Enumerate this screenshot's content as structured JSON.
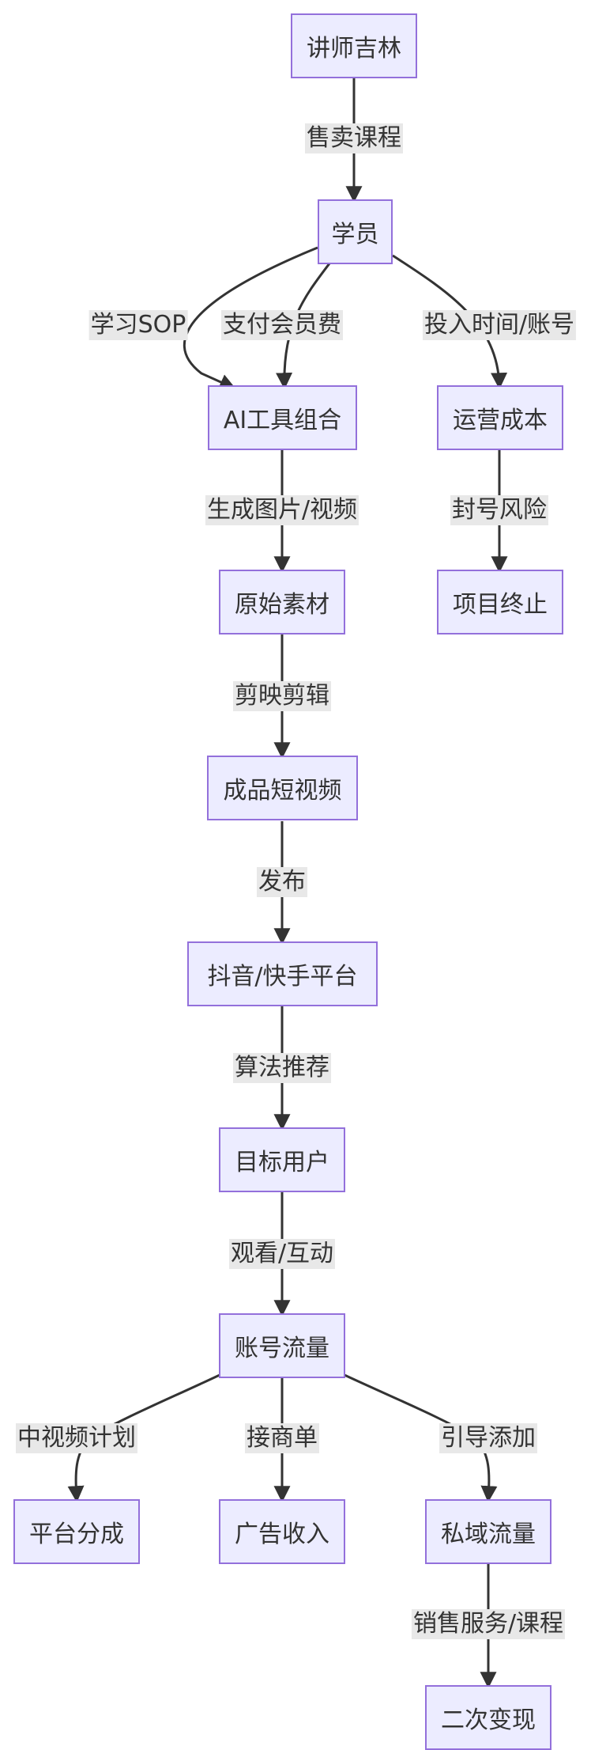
{
  "nodes": {
    "teacher": "讲师吉林",
    "student": "学员",
    "ai_tools": "AI工具组合",
    "op_cost": "运营成本",
    "raw_material": "原始素材",
    "project_end": "项目终止",
    "short_video": "成品短视频",
    "platform": "抖音/快手平台",
    "target_users": "目标用户",
    "account_traffic": "账号流量",
    "platform_share": "平台分成",
    "ad_income": "广告收入",
    "private_traffic": "私域流量",
    "second_monetize": "二次变现"
  },
  "edges": {
    "sell_course": "售卖课程",
    "learn_sop": "学习SOP",
    "pay_fee": "支付会员费",
    "invest_time": "投入时间/账号",
    "gen_media": "生成图片/视频",
    "ban_risk": "封号风险",
    "capcut_edit": "剪映剪辑",
    "publish": "发布",
    "algo_recommend": "算法推荐",
    "watch_interact": "观看/互动",
    "mid_video_plan": "中视频计划",
    "take_orders": "接商单",
    "guide_add": "引导添加",
    "sell_service": "销售服务/课程"
  }
}
